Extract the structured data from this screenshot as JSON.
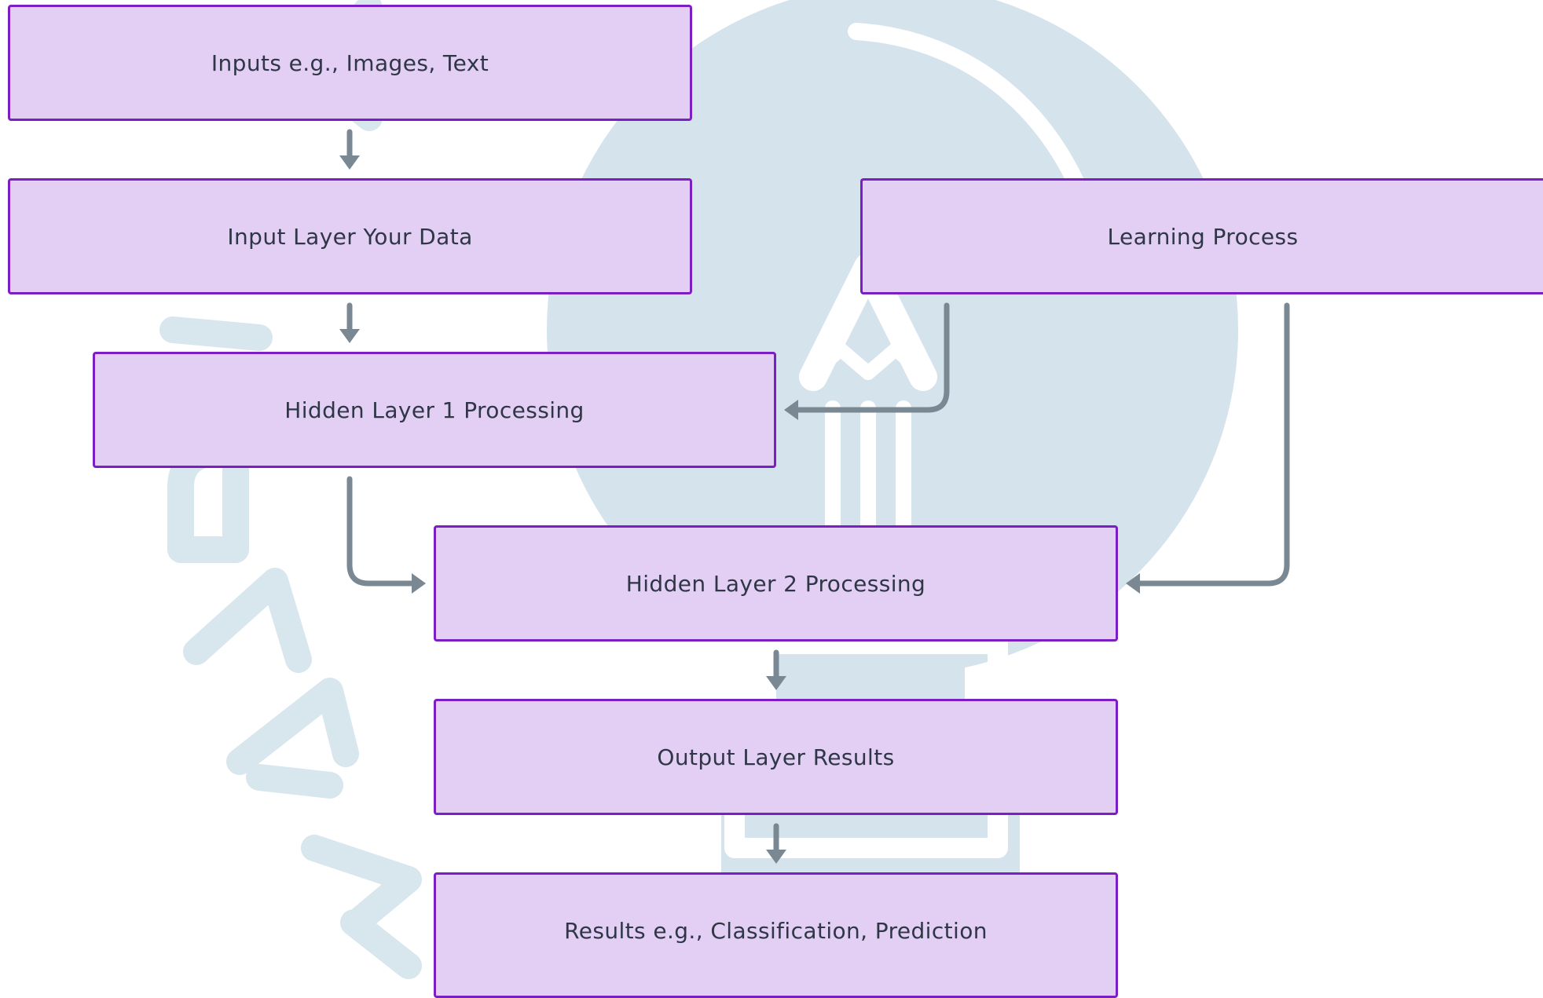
{
  "nodes": {
    "inputs": "Inputs e.g., Images, Text",
    "input_layer": "Input Layer Your Data",
    "learning_process": "Learning Process",
    "hidden_layer_1": "Hidden Layer 1 Processing",
    "hidden_layer_2": "Hidden Layer 2 Processing",
    "output_layer": "Output Layer Results",
    "results": "Results e.g., Classification, Prediction"
  },
  "edges": [
    {
      "from": "inputs",
      "to": "input_layer"
    },
    {
      "from": "input_layer",
      "to": "hidden_layer_1"
    },
    {
      "from": "learning_process",
      "to": "hidden_layer_1"
    },
    {
      "from": "hidden_layer_1",
      "to": "hidden_layer_2"
    },
    {
      "from": "learning_process",
      "to": "hidden_layer_2"
    },
    {
      "from": "hidden_layer_2",
      "to": "output_layer"
    },
    {
      "from": "output_layer",
      "to": "results"
    }
  ],
  "colors": {
    "node_fill": "#e2cff3",
    "node_border": "#7b1fc4",
    "node_text": "#2f3647",
    "connector": "#7a8894",
    "watermark": "#d4e3ec"
  }
}
